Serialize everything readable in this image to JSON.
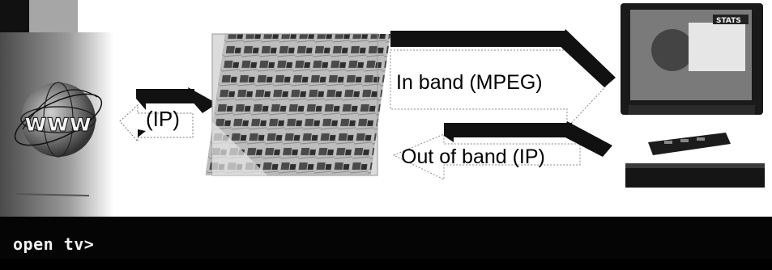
{
  "diagram": {
    "labels": {
      "ip": "(IP)",
      "in_band": "In band (MPEG)",
      "out_of_band": "Out of band (IP)"
    },
    "logo_text": "open tv>",
    "images": [
      "www-globe",
      "server-rack",
      "television",
      "set-top-box",
      "remote-control"
    ]
  }
}
